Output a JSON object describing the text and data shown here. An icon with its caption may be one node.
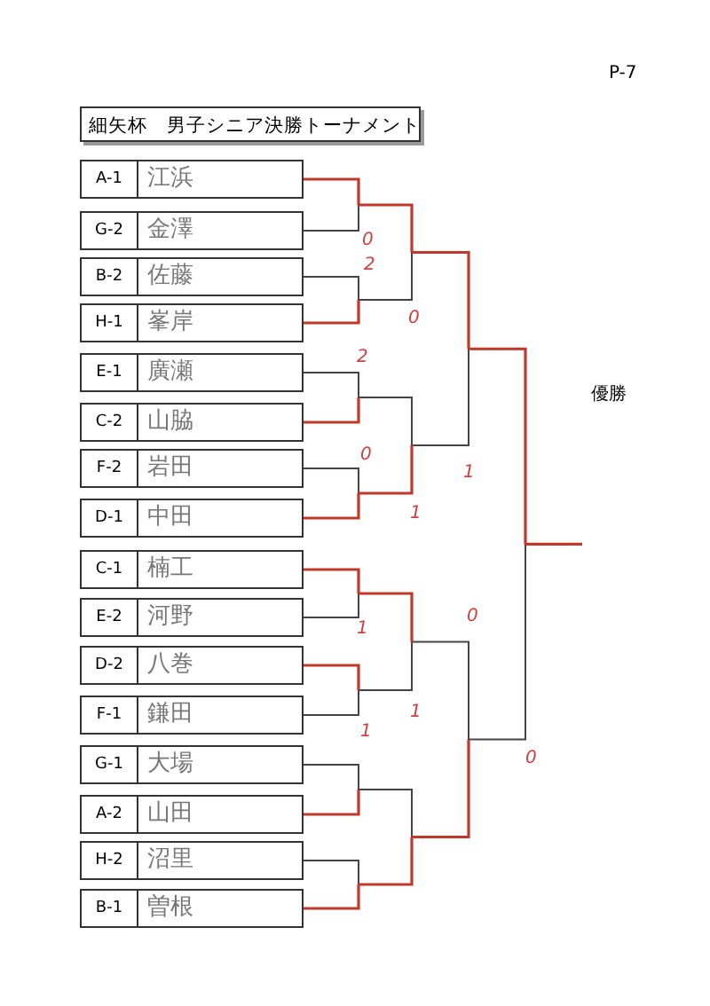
{
  "diagram": {
    "title": "細矢杯　男子シニア決勝トーナメント",
    "nodes": [
      {
        "text": [
          "A-1",
          "江浜"
        ]
      },
      {
        "text": [
          "G-2",
          "金澤"
        ]
      },
      {
        "text": [
          "B-2",
          "佐藤"
        ]
      },
      {
        "text": [
          "H-1",
          "峯岸"
        ]
      },
      {
        "text": [
          "E-1",
          "廣瀬"
        ]
      },
      {
        "text": [
          "C-2",
          "山脇"
        ]
      },
      {
        "text": [
          "F-2",
          "岩田"
        ]
      },
      {
        "text": [
          "D-1",
          "中田"
        ]
      },
      {
        "text": [
          "C-1",
          "楠工"
        ]
      },
      {
        "text": [
          "E-2",
          "河野"
        ]
      },
      {
        "text": [
          "D-2",
          "八巻"
        ]
      },
      {
        "text": [
          "F-1",
          "鎌田"
        ]
      },
      {
        "text": [
          "G-1",
          "大場"
        ]
      },
      {
        "text": [
          "A-2",
          "山田"
        ]
      },
      {
        "text": [
          "H-2",
          "沼里"
        ]
      },
      {
        "text": [
          "B-1",
          "曽根"
        ]
      }
    ],
    "labels": [
      "P-7",
      "0",
      "2",
      "0",
      "2",
      "優勝",
      "0",
      "1",
      "1",
      "0",
      "1",
      "1",
      "1",
      "0"
    ]
  }
}
